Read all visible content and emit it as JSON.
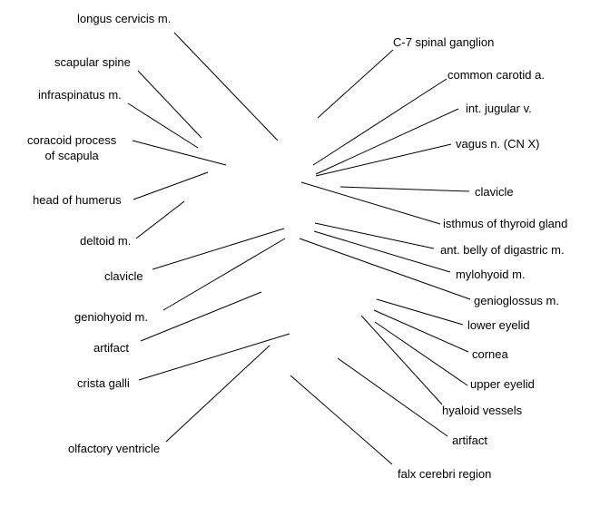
{
  "left_labels": [
    "longus cervicis m.",
    "scapular spine",
    "infraspinatus m.",
    "coracoid process\nof scapula",
    "head of humerus",
    "deltoid m.",
    "clavicle",
    "geniohyoid m.",
    "artifact",
    "crista galli",
    "olfactory ventricle"
  ],
  "right_labels": [
    "C-7 spinal ganglion",
    "common carotid a.",
    "int. jugular v.",
    "vagus n. (CN X)",
    "clavicle",
    "isthmus of thyroid gland",
    "ant. belly of digastric m.",
    "mylohyoid m.",
    "genioglossus m.",
    "lower eyelid",
    "cornea",
    "upper eyelid",
    "hyaloid vessels",
    "artifact",
    "falx cerebri region"
  ],
  "line_color": "#000000"
}
